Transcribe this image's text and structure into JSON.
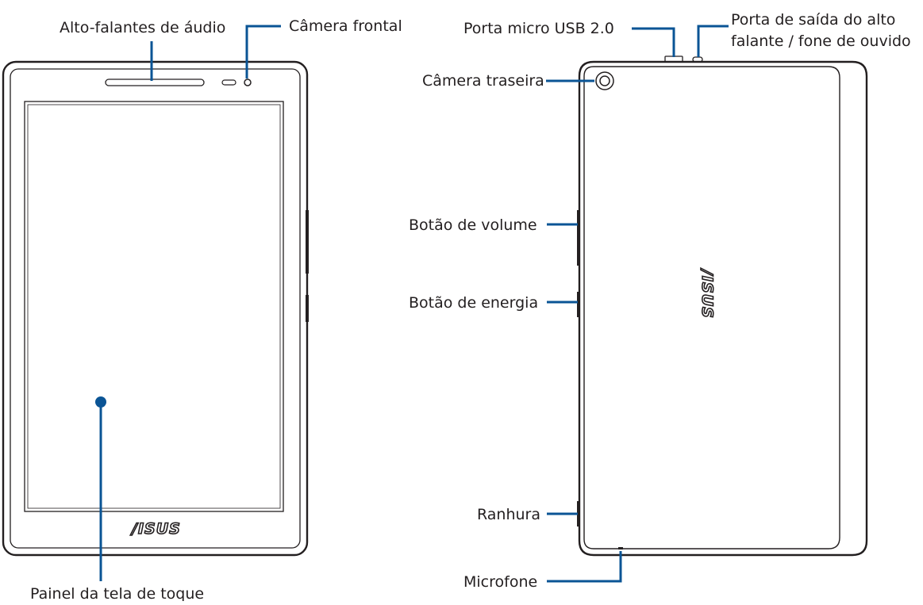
{
  "labels": {
    "audio_speaker": "Alto-falantes de áudio",
    "front_camera": "Câmera frontal",
    "touch_panel": "Painel da tela de toque",
    "micro_usb": "Porta micro USB 2.0",
    "headphone_port_line1": "Porta de saída do alto",
    "headphone_port_line2": "falante / fone de ouvido",
    "rear_camera": "Câmera traseira",
    "volume_button": "Botão de volume",
    "power_button": "Botão de energia",
    "slot": "Ranhura",
    "microphone": "Microfone"
  },
  "brand": {
    "front_logo": "/ISUS",
    "back_logo": "/ISUS"
  },
  "colors": {
    "leader_line": "#0a5495",
    "device_outline": "#231f20",
    "background": "#ffffff"
  }
}
